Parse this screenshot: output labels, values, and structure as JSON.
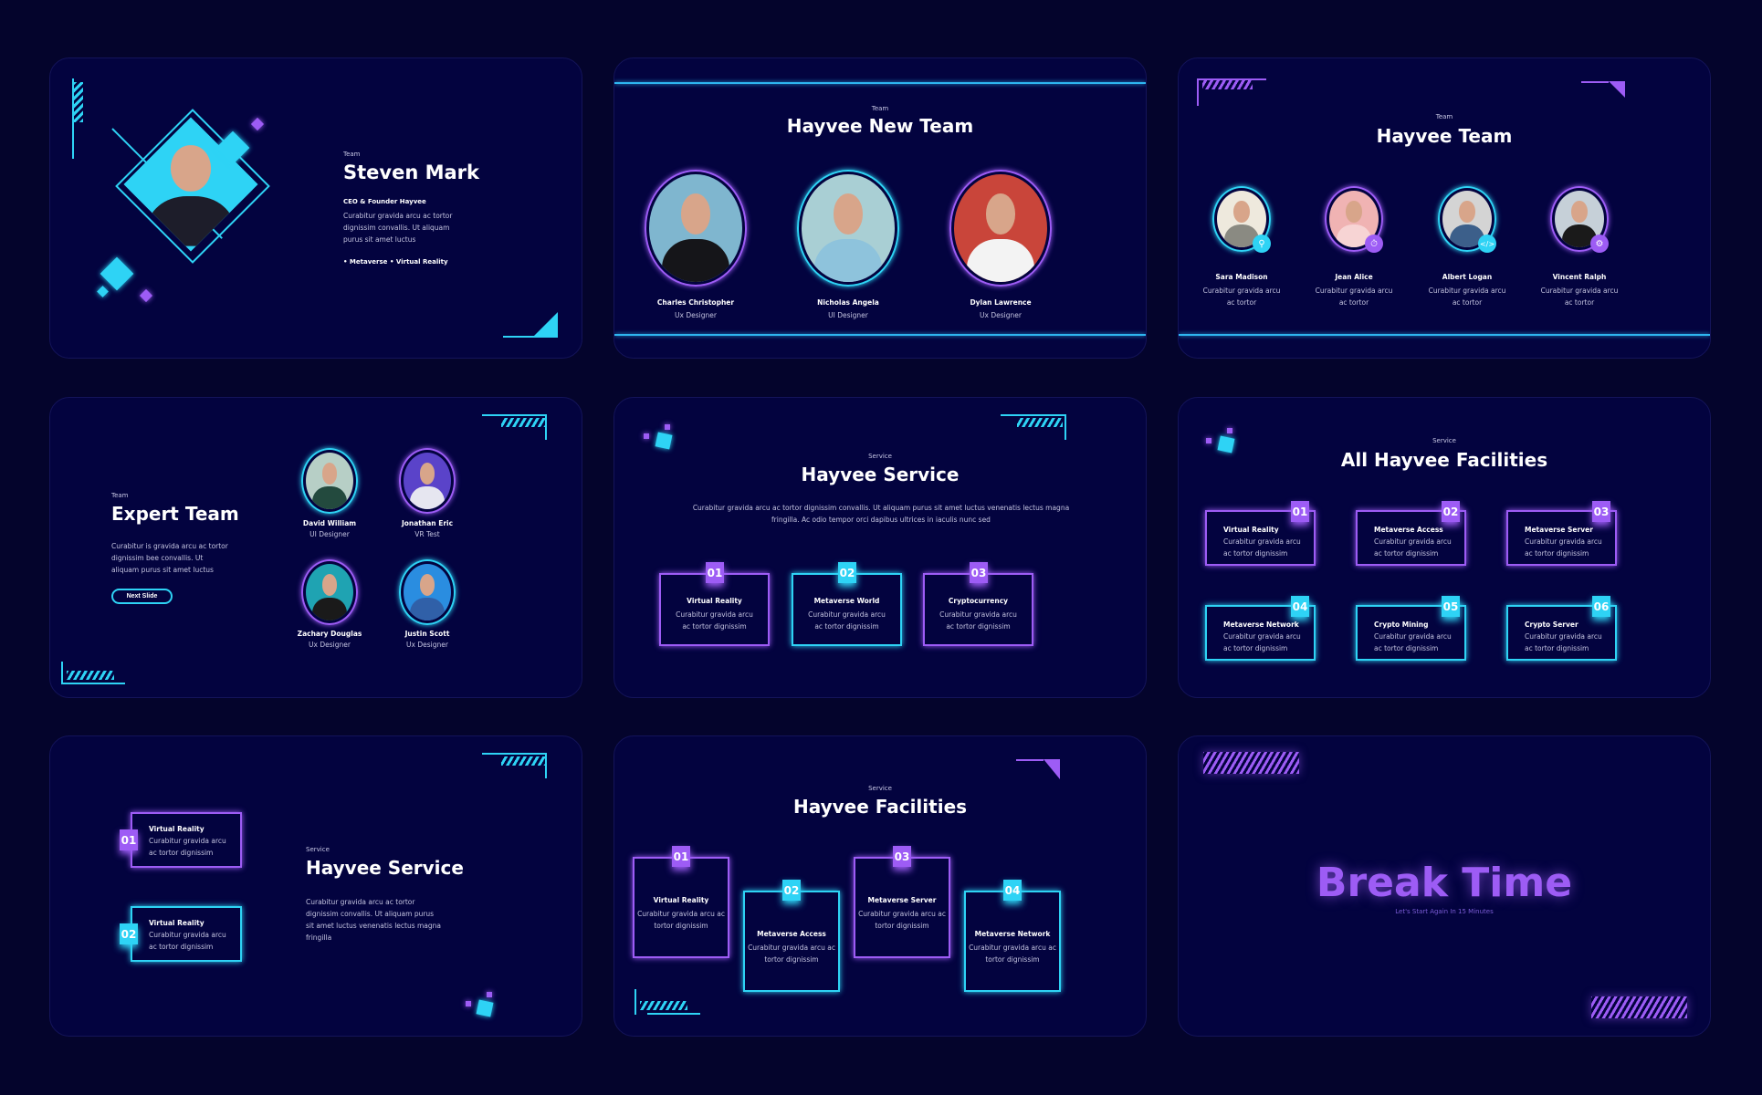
{
  "colors": {
    "cyan": "#2ed3f5",
    "purple": "#9d5cf5",
    "slide_bg": "#03033f",
    "page_bg": "#04042c"
  },
  "s1": {
    "kicker": "Team",
    "title": "Steven Mark",
    "role": "CEO & Founder Hayvee",
    "body": "Curabitur gravida arcu ac tortor dignissim convallis. Ut aliquam purus sit amet luctus",
    "tags": [
      "Metaverse",
      "Virtual Reality"
    ]
  },
  "s2": {
    "kicker": "Team",
    "title": "Hayvee New Team",
    "members": [
      {
        "name": "Charles Christopher",
        "role": "Ux Designer"
      },
      {
        "name": "Nicholas Angela",
        "role": "UI Designer"
      },
      {
        "name": "Dylan Lawrence",
        "role": "Ux Designer"
      }
    ]
  },
  "s3": {
    "kicker": "Team",
    "title": "Hayvee Team",
    "members": [
      {
        "name": "Sara Madison",
        "desc": "Curabitur gravida arcu ac tortor",
        "icon": "search-icon"
      },
      {
        "name": "Jean Alice",
        "desc": "Curabitur gravida arcu ac tortor",
        "icon": "stopwatch-icon"
      },
      {
        "name": "Albert Logan",
        "desc": "Curabitur gravida arcu ac tortor",
        "icon": "code-icon"
      },
      {
        "name": "Vincent Ralph",
        "desc": "Curabitur gravida arcu ac tortor",
        "icon": "gears-icon"
      }
    ]
  },
  "s4": {
    "kicker": "Team",
    "title": "Expert Team",
    "body": "Curabitur is gravida arcu ac tortor dignissim bee convallis. Ut aliquam purus sit amet luctus",
    "button": "Next Slide",
    "members": [
      {
        "name": "David William",
        "role": "UI Designer"
      },
      {
        "name": "Jonathan Eric",
        "role": "VR Test"
      },
      {
        "name": "Zachary Douglas",
        "role": "Ux Designer"
      },
      {
        "name": "Justin Scott",
        "role": "Ux Designer"
      }
    ]
  },
  "s5": {
    "kicker": "Service",
    "title": "Hayvee Service",
    "body": "Curabitur gravida arcu ac tortor dignissim convallis. Ut aliquam purus sit amet luctus venenatis lectus magna fringilla. Ac odio tempor orci dapibus ultrices in iaculis nunc sed",
    "cards": [
      {
        "num": "01",
        "title": "Virtual Reality",
        "desc": "Curabitur gravida arcu ac tortor dignissim"
      },
      {
        "num": "02",
        "title": "Metaverse World",
        "desc": "Curabitur gravida arcu ac tortor dignissim"
      },
      {
        "num": "03",
        "title": "Cryptocurrency",
        "desc": "Curabitur gravida arcu ac tortor dignissim"
      }
    ]
  },
  "s6": {
    "kicker": "Service",
    "title": "All Hayvee Facilities",
    "cards": [
      {
        "num": "01",
        "title": "Virtual Reality",
        "desc": "Curabitur gravida arcu ac tortor dignissim"
      },
      {
        "num": "02",
        "title": "Metaverse Access",
        "desc": "Curabitur gravida arcu ac tortor dignissim"
      },
      {
        "num": "03",
        "title": "Metaverse Server",
        "desc": "Curabitur gravida arcu ac tortor dignissim"
      },
      {
        "num": "04",
        "title": "Metaverse Network",
        "desc": "Curabitur gravida arcu ac tortor dignissim"
      },
      {
        "num": "05",
        "title": "Crypto Mining",
        "desc": "Curabitur gravida arcu ac tortor dignissim"
      },
      {
        "num": "06",
        "title": "Crypto Server",
        "desc": "Curabitur gravida arcu ac tortor dignissim"
      }
    ]
  },
  "s7": {
    "kicker": "Service",
    "title": "Hayvee Service",
    "body": "Curabitur gravida arcu ac tortor dignissim convallis. Ut aliquam purus sit amet luctus venenatis lectus magna fringilla",
    "cards": [
      {
        "num": "01",
        "title": "Virtual Reality",
        "desc": "Curabitur gravida arcu ac tortor dignissim"
      },
      {
        "num": "02",
        "title": "Virtual Reality",
        "desc": "Curabitur gravida arcu ac tortor dignissim"
      }
    ]
  },
  "s8": {
    "kicker": "Service",
    "title": "Hayvee Facilities",
    "cards": [
      {
        "num": "01",
        "title": "Virtual Reality",
        "desc": "Curabitur gravida arcu ac tortor dignissim"
      },
      {
        "num": "02",
        "title": "Metaverse Access",
        "desc": "Curabitur gravida arcu ac tortor dignissim"
      },
      {
        "num": "03",
        "title": "Metaverse Server",
        "desc": "Curabitur gravida arcu ac tortor dignissim"
      },
      {
        "num": "04",
        "title": "Metaverse Network",
        "desc": "Curabitur gravida arcu ac tortor dignissim"
      }
    ]
  },
  "s9": {
    "title": "Break Time",
    "subtitle": "Let's Start Again In 15 Minutes"
  }
}
